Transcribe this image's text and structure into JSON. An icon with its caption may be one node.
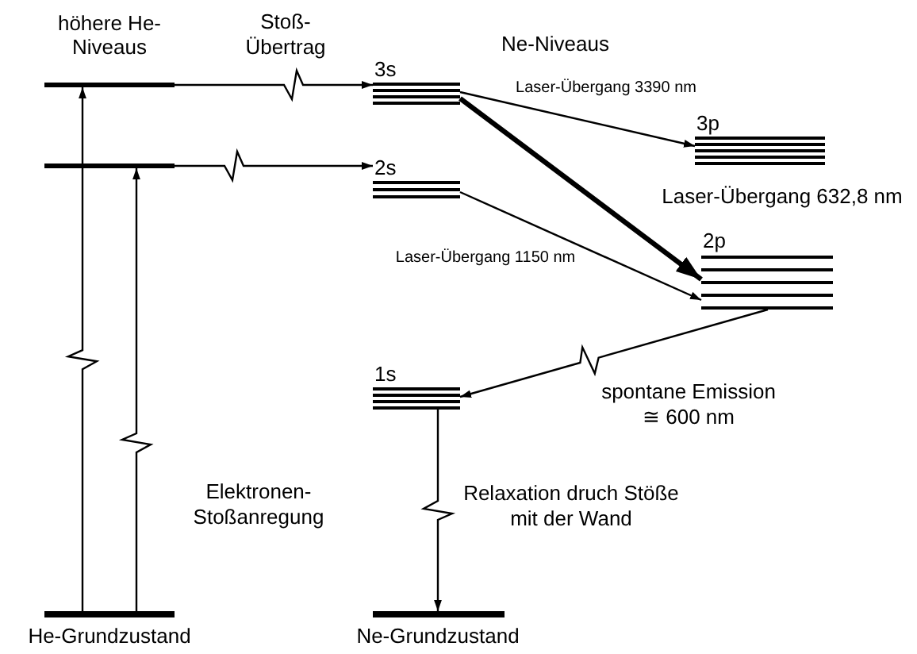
{
  "diagram": {
    "nodes": [
      {
        "text": [
          "höhere He-Niveaus"
        ]
      },
      {
        "text": [],
        "shape": "bar"
      },
      {
        "text": [
          "He-Grundzustand"
        ]
      },
      {
        "text": [
          "3s"
        ]
      },
      {
        "text": [
          "2s"
        ]
      },
      {
        "text": [
          "3p"
        ]
      },
      {
        "text": [
          "2p"
        ]
      },
      {
        "text": [
          "1s"
        ]
      },
      {
        "text": [
          "Ne-Grundzustand"
        ]
      }
    ],
    "edges": [
      {
        "from": 2,
        "to": 0,
        "arrow": "to"
      },
      {
        "from": 2,
        "to": 1,
        "arrow": "to"
      },
      {
        "from": 0,
        "to": 3,
        "arrow": "to"
      },
      {
        "from": 1,
        "to": 4,
        "arrow": "to"
      },
      {
        "from": 3,
        "to": 5,
        "arrow": "to",
        "label": "Laser-Übergang 3390 nm"
      },
      {
        "from": 3,
        "to": 6,
        "arrow": "to",
        "label": "Laser-Übergang 632,8 nm",
        "style": "thick"
      },
      {
        "from": 4,
        "to": 6,
        "arrow": "to",
        "label": "Laser-Übergang 1150 nm"
      },
      {
        "from": 6,
        "to": 7,
        "arrow": "to",
        "label": "spontane Emission ≅ 600 nm"
      },
      {
        "from": 7,
        "to": 8,
        "arrow": "to",
        "label": "Relaxation druch Stöße mit der Wand"
      }
    ],
    "labels": [
      "Stoß- Übertrag",
      "Ne-Niveaus",
      "Elektronen- Stoßanregung"
    ]
  }
}
